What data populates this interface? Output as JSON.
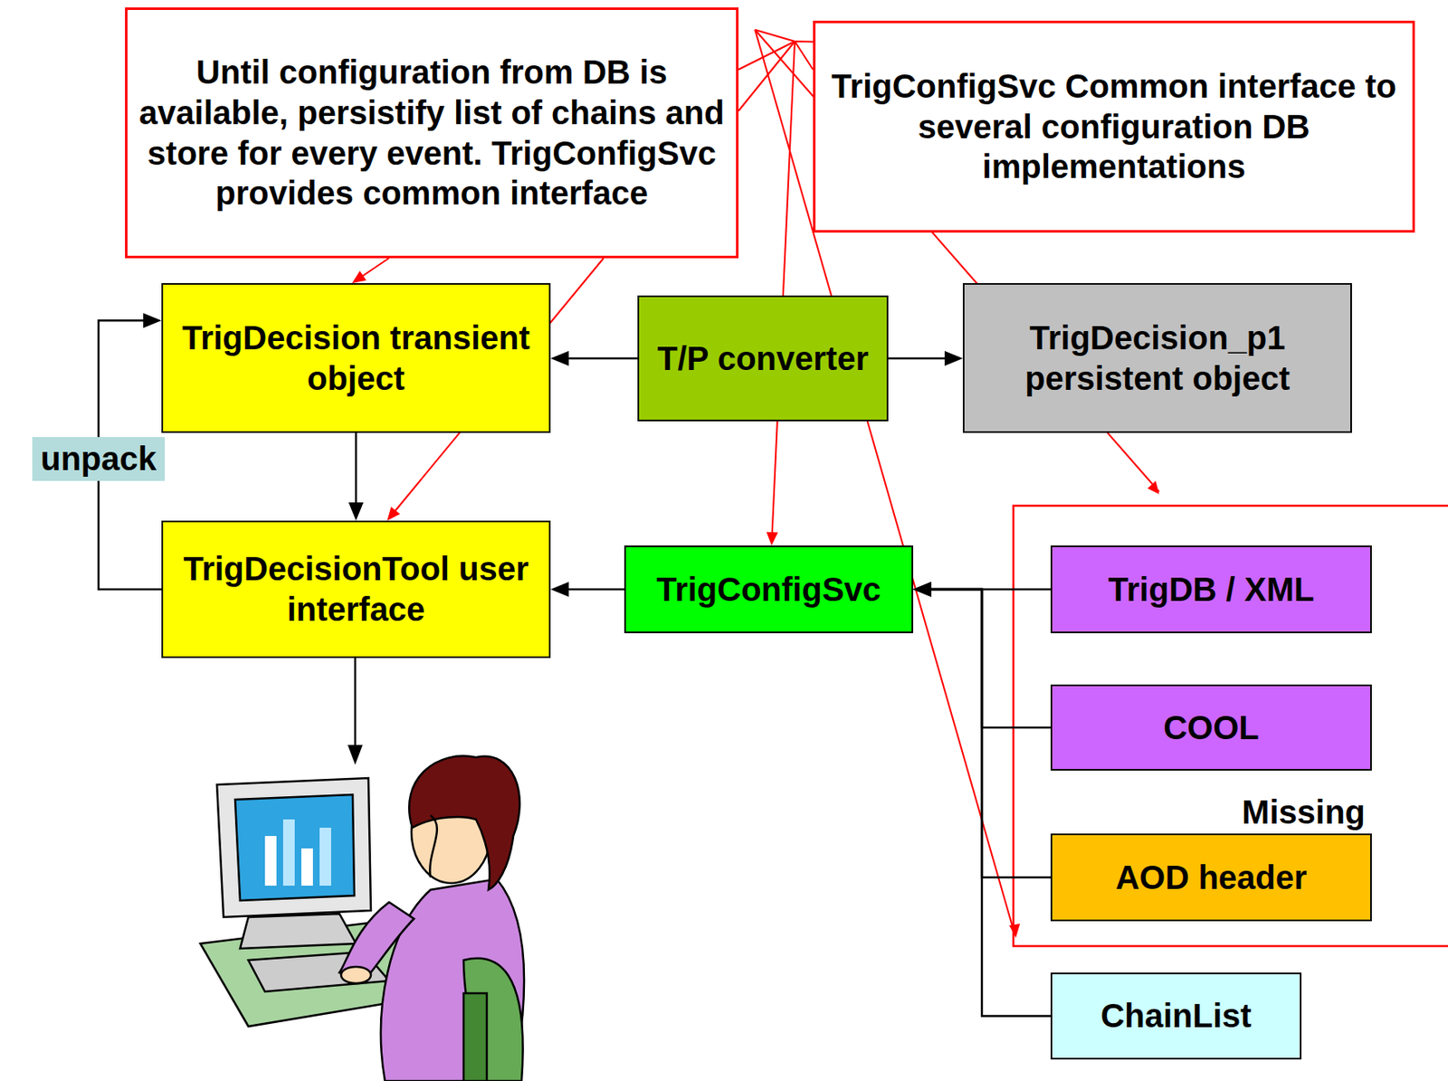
{
  "diagram": {
    "nodes": [
      {
        "text": [
          "Until configuration from DB is available, persistify list of chains and store for every event. TrigConfigSvc provides common interface"
        ]
      },
      {
        "text": [
          "TrigConfigSvc Common interface to several configuration DB implementations"
        ]
      },
      {
        "text": [
          "TrigDecision transient object"
        ]
      },
      {
        "text": [
          "T/P converter"
        ]
      },
      {
        "text": [
          "TrigDecision_p1 persistent object"
        ]
      },
      {
        "text": [
          "TrigDecisionTool user interface"
        ]
      },
      {
        "text": [
          "TrigConfigSvc"
        ]
      },
      {
        "text": [
          "TrigDB / XML"
        ]
      },
      {
        "text": [
          "COOL"
        ]
      },
      {
        "text": [
          "Missing",
          "AOD header"
        ]
      },
      {
        "text": [
          "ChainList"
        ]
      }
    ],
    "edges": [
      {
        "from": 3,
        "to": 2,
        "arrow": "to"
      },
      {
        "from": 3,
        "to": 4,
        "arrow": "to"
      },
      {
        "from": 2,
        "to": 5,
        "arrow": "to"
      },
      {
        "from": 5,
        "to": 2,
        "arrow": "to",
        "label": "unpack"
      },
      {
        "from": 6,
        "to": 5,
        "arrow": "to"
      },
      {
        "from": 7,
        "to": 6,
        "arrow": "to"
      },
      {
        "from": 8,
        "to": 6,
        "arrow": "to"
      },
      {
        "from": 9,
        "to": 6,
        "arrow": "to"
      },
      {
        "from": 10,
        "to": 6,
        "arrow": "to"
      },
      {
        "from": 0,
        "to": 2,
        "arrow": "to"
      },
      {
        "from": 0,
        "to": 5,
        "arrow": "to"
      },
      {
        "from": 1,
        "to": 6,
        "arrow": "to"
      }
    ]
  }
}
